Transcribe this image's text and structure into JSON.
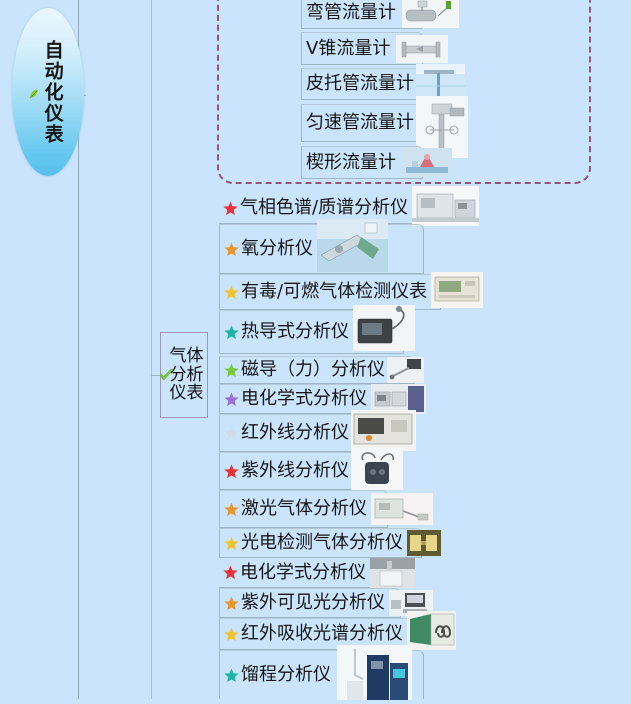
{
  "page": {
    "background_color": "#c9e4fc",
    "title": "自动化仪表 思维导图"
  },
  "root": {
    "label": "自动化仪表",
    "icon": "green-leaf-icon",
    "shape": "ellipse",
    "fill_top": "#eaf7fd",
    "fill_bottom": "#58c0ec"
  },
  "group_flow": {
    "border_style": "wavy-dashed",
    "border_color": "#8b3b5e",
    "items": [
      {
        "label": "弯管流量计",
        "thumb": "pipe-flowmeter-photo",
        "star": null
      },
      {
        "label": "V锥流量计",
        "thumb": "v-cone-flowmeter-photo",
        "star": null
      },
      {
        "label": "皮托管流量计",
        "thumb": "pitot-tube-photo",
        "star": null
      },
      {
        "label": "匀速管流量计",
        "thumb": "averaging-pitot-photo",
        "star": null
      },
      {
        "label": "楔形流量计",
        "thumb": "wedge-flowmeter-photo",
        "star": null
      }
    ]
  },
  "group_gas": {
    "parent": {
      "label": "气体分析仪表",
      "icon": "green-check-icon",
      "border_color": "#9d96b8"
    },
    "items": [
      {
        "label": "气相色谱/质谱分析仪",
        "star": "#e8333a",
        "thumb": "gc-ms-analyzer-photo"
      },
      {
        "label": "氧分析仪",
        "star": "#e8962e",
        "thumb": "oxygen-analyzer-photo"
      },
      {
        "label": "有毒/可燃气体检测仪表",
        "star": "#f0c330",
        "thumb": "gas-detector-photo"
      },
      {
        "label": "热导式分析仪",
        "star": "#1fb3a6",
        "thumb": "thermal-conductivity-photo"
      },
      {
        "label": "磁导（力）分析仪",
        "star": "#7dc63f",
        "thumb": "magnetic-analyzer-photo"
      },
      {
        "label": "电化学式分析仪",
        "star": "#9b6ed8",
        "thumb": "electrochemical-analyzer-photo"
      },
      {
        "label": "红外线分析仪",
        "star": "#cfdde6",
        "thumb": "infrared-analyzer-photo"
      },
      {
        "label": "紫外线分析仪",
        "star": "#e8333a",
        "thumb": "uv-analyzer-photo"
      },
      {
        "label": "激光气体分析仪",
        "star": "#e8962e",
        "thumb": "laser-gas-analyzer-photo"
      },
      {
        "label": "光电检测气体分析仪",
        "star": "#f0c330",
        "thumb": "photoelectric-analyzer-photo"
      },
      {
        "label": "电化学式分析仪",
        "star": "#e8333a",
        "thumb": "electrochemical-analyzer-photo-2"
      },
      {
        "label": "紫外可见光分析仪",
        "star": "#e8962e",
        "thumb": "uv-vis-analyzer-photo"
      },
      {
        "label": "红外吸收光谱分析仪",
        "star": "#f0c330",
        "thumb": "ir-spectrum-analyzer-photo"
      },
      {
        "label": "馏程分析仪",
        "star": "#1fb3a6",
        "thumb": "distillation-analyzer-photo"
      }
    ]
  }
}
